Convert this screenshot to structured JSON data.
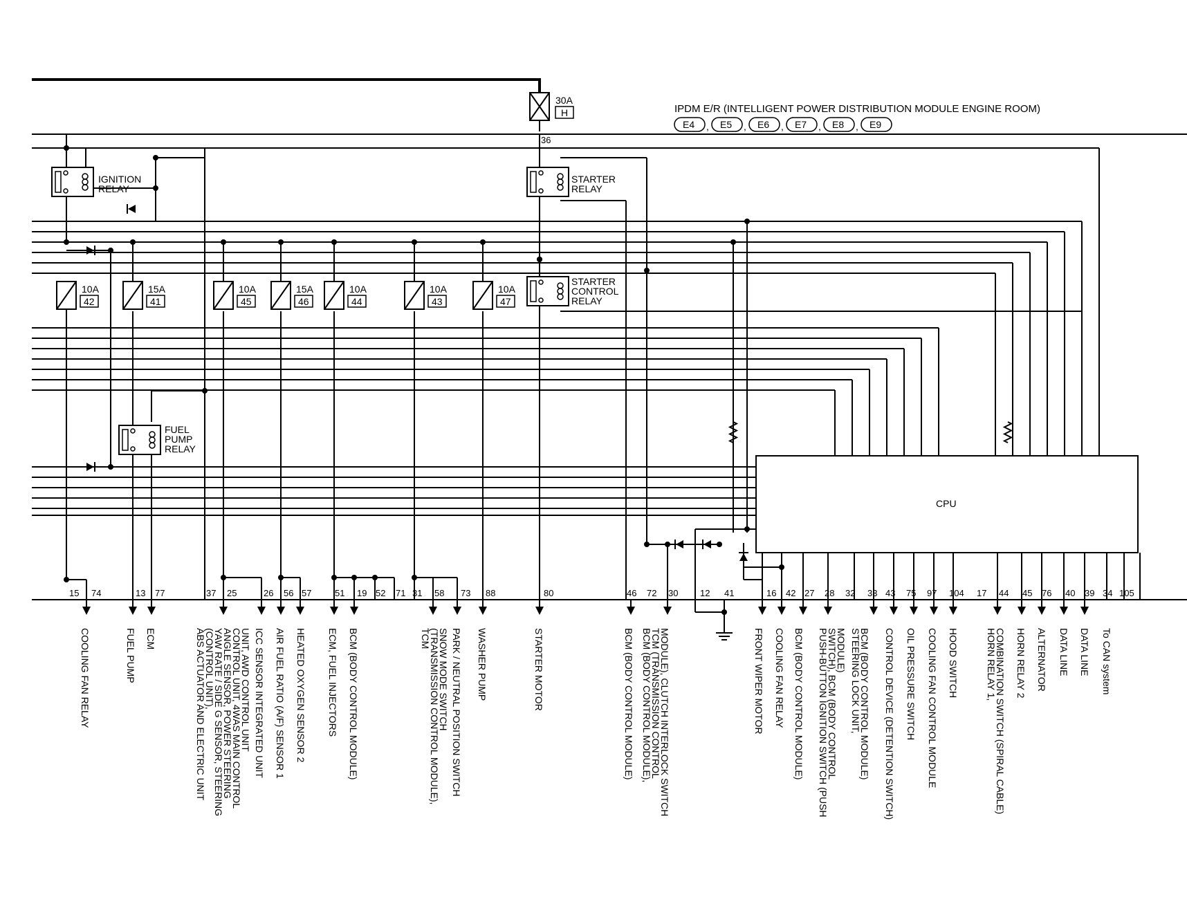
{
  "module": {
    "title": "IPDM E/R (INTELLIGENT POWER DISTRIBUTION MODULE ENGINE ROOM)",
    "connectors": [
      "E4",
      "E5",
      "E6",
      "E7",
      "E8",
      "E9"
    ],
    "cpu_label": "CPU"
  },
  "main_fuse": {
    "amp": "30A",
    "id": "H",
    "terminal": "36"
  },
  "relays": {
    "ignition": [
      "IGNITION",
      "RELAY"
    ],
    "starter": [
      "STARTER",
      "RELAY"
    ],
    "starter_control": [
      "STARTER",
      "CONTROL",
      "RELAY"
    ],
    "fuel_pump": [
      "FUEL",
      "PUMP",
      "RELAY"
    ]
  },
  "fuses": [
    {
      "amp": "10A",
      "id": "42"
    },
    {
      "amp": "15A",
      "id": "41"
    },
    {
      "amp": "10A",
      "id": "45"
    },
    {
      "amp": "15A",
      "id": "46"
    },
    {
      "amp": "10A",
      "id": "44"
    },
    {
      "amp": "10A",
      "id": "43"
    },
    {
      "amp": "10A",
      "id": "47"
    }
  ],
  "pins": [
    "15",
    "74",
    "13",
    "77",
    "37",
    "25",
    "26",
    "56",
    "57",
    "51",
    "19",
    "52",
    "71",
    "31",
    "58",
    "73",
    "88",
    "80",
    "46",
    "72",
    "30",
    "12",
    "41",
    "16",
    "42",
    "27",
    "28",
    "32",
    "33",
    "43",
    "75",
    "97",
    "104",
    "17",
    "44",
    "45",
    "76",
    "40",
    "39",
    "34",
    "105"
  ],
  "outputs": [
    {
      "lines": [
        "COOLING FAN RELAY"
      ]
    },
    {
      "lines": [
        "FUEL PUMP"
      ]
    },
    {
      "lines": [
        "ECM"
      ]
    },
    {
      "lines": [
        "ABS ACTUATOR AND ELECTRIC UNIT",
        "(CONTROL UNIT),",
        "YAW RATE / SIDE G SENSOR, STEERING",
        "ANGLE SENSOR, POWER STEERING",
        "CONTROL UNIT, 4WAS MAIN CONTROL",
        "UNIT, AWD CONTROL UNIT"
      ]
    },
    {
      "lines": [
        "ICC SENSOR INTEGRATED UNIT"
      ]
    },
    {
      "lines": [
        "AIR FUEL RATIO (A/F) SENSOR 1"
      ]
    },
    {
      "lines": [
        "HEATED OXYGEN SENSOR 2"
      ]
    },
    {
      "lines": [
        "ECM, FUEL INJECTORS"
      ]
    },
    {
      "lines": [
        "BCM (BODY CONTROL MODULE)"
      ]
    },
    {
      "lines": [
        "TCM",
        "(TRANSMISSION CONTROL MODULE),",
        "SNOW MODE SWITCH"
      ]
    },
    {
      "lines": [
        "PARK / NEUTRAL POSITION SWITCH"
      ]
    },
    {
      "lines": [
        "WASHER PUMP"
      ]
    },
    {
      "lines": [
        "STARTER MOTOR"
      ]
    },
    {
      "lines": [
        "BCM (BODY CONTROL MODULE)"
      ]
    },
    {
      "lines": [
        "BCM (BODY CONTROL MODULE),",
        "TCM (TRANSMISSION CONTROL",
        "MODULE), CLUTCH INTERLOCK SWITCH"
      ]
    },
    {
      "lines": [
        "FRONT WIPER MOTOR"
      ]
    },
    {
      "lines": [
        "COOLING FAN RELAY"
      ]
    },
    {
      "lines": [
        "BCM (BODY CONTROL MODULE)"
      ]
    },
    {
      "lines": [
        "PUSH-BUTTON IGNITION SWITCH (PUSH",
        "SWITCH), BCM (BODY CONTROL",
        "MODULE)"
      ]
    },
    {
      "lines": [
        "STEERING LOCK UNIT,",
        "BCM (BODY CONTROL MODULE)"
      ]
    },
    {
      "lines": [
        "CONTROL DEVICE (DETENTION SWITCH)"
      ]
    },
    {
      "lines": [
        "OIL PRESSURE SWITCH"
      ]
    },
    {
      "lines": [
        "COOLING FAN CONTROL MODULE"
      ]
    },
    {
      "lines": [
        "HOOD SWITCH"
      ]
    },
    {
      "lines": [
        "HORN RELAY 1,",
        "COMBINATION SWITCH (SPIRAL CABLE)"
      ]
    },
    {
      "lines": [
        "HORN RELAY 2"
      ]
    },
    {
      "lines": [
        "ALTERNATOR"
      ]
    },
    {
      "lines": [
        "DATA LINE"
      ]
    },
    {
      "lines": [
        "DATA LINE"
      ]
    },
    {
      "lines": [
        "To CAN system"
      ]
    }
  ]
}
